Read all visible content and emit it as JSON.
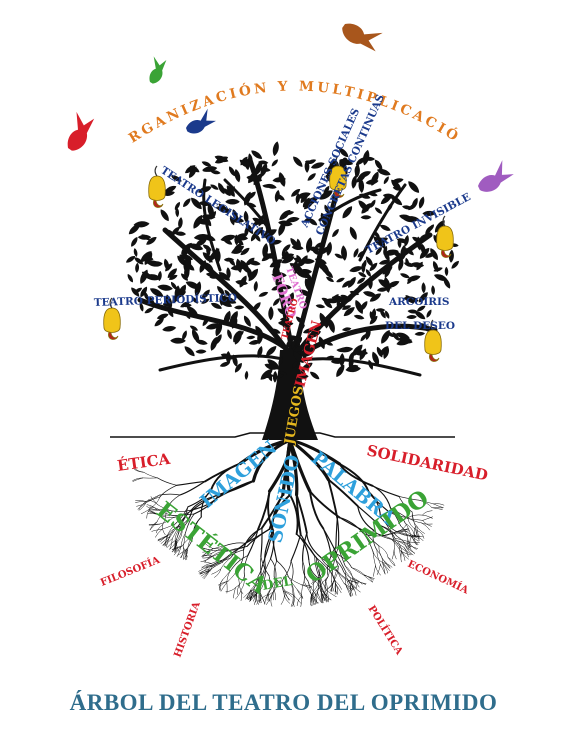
{
  "colors": {
    "orange": "#e07a1f",
    "navy": "#1b3a8c",
    "red": "#d81e2a",
    "green": "#3aa335",
    "sky": "#2ea0dc",
    "yellow": "#e6b81e",
    "pink": "#e070d0",
    "purple": "#a05cc0",
    "title": "#2f6d8c",
    "black": "#111111"
  },
  "header": {
    "arc_text": "ORGANIZACIÓN Y MULTIPLICACIÓN"
  },
  "branches": {
    "teatro_legislativo": "TEATRO LEGISLATIVO",
    "acciones_1": "ACCIONES SOCIALES",
    "acciones_2": "CONCRETAS CONTINUAS",
    "teatro_invisible": "TEATRO INVISIBLE",
    "teatro_periodistico": "TEATRO PERIODÍSTICO",
    "arcoiris_1": "ARCOIRIS",
    "arcoiris_2": "DEL DESEO",
    "teatro_foro_1": "TEATRO",
    "teatro_foro_2": "FORO",
    "teatro_imagen_1": "TEATRO",
    "teatro_imagen_2": "IMAGEN",
    "juegos": "JUEGOS"
  },
  "roots": {
    "etica": "ÉTICA",
    "solidaridad": "SOLIDARIDAD",
    "imagen": "IMAGEN",
    "sonido": "SONIDO",
    "palabra": "PALABRA",
    "estetica": "ESTÉTICA",
    "del": "DEL",
    "oprimido": "OPRIMIDO",
    "filosofia": "FILOSOFÍA",
    "historia": "HISTORIA",
    "economia": "ECONOMÍA",
    "politica": "POLÍTICA"
  },
  "footer": {
    "title": "ÁRBOL DEL TEATRO DEL OPRIMIDO"
  }
}
